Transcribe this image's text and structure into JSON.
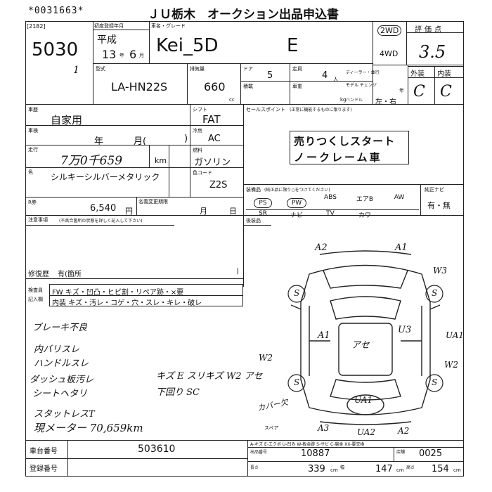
{
  "header": {
    "serial": "*0031663*",
    "title": "ＪＵ栃木　オークション出品申込書"
  },
  "lot": {
    "code": "2182",
    "number": "5030",
    "mark": "1"
  },
  "registration": {
    "label": "初度登録年月",
    "era": "平成",
    "year": "13",
    "month": "6",
    "year_unit": "年",
    "month_unit": "月"
  },
  "car": {
    "name_label": "車名・グレード",
    "name": "Kei_5D",
    "grade": "E",
    "model_label": "型式",
    "model": "LA-HN22S",
    "displacement_label": "排気量",
    "displacement": "660",
    "displacement_unit": "cc",
    "doors_label": "ドア",
    "doors": "5",
    "capacity_label": "定員",
    "capacity": "4",
    "capacity_unit": "人",
    "drive_selected": "2WD",
    "drive_other": "4WD",
    "dealer_label": "ディーラー・並行",
    "model_change_label": "モデル チェンジ",
    "model_change_unit": "年",
    "load_label": "積載",
    "weight_label": "車重",
    "weight_unit": "kg",
    "handle_label": "ハンドル",
    "handle_value": "左・右"
  },
  "evaluation": {
    "label": "評価点",
    "score": "3.5",
    "exterior_label": "外装",
    "interior_label": "内装",
    "exterior": "C",
    "interior": "C"
  },
  "details": {
    "use_label": "車歴",
    "use": "自家用",
    "shift_label": "シフト",
    "shift": "FAT",
    "inspection_label": "車検",
    "inspection_year": "年",
    "inspection_month": "月(",
    "inspection_end": ")",
    "ac_label": "冷房",
    "ac": "AC",
    "mileage_label": "走行",
    "mileage": "7万0千659",
    "mileage_unit": "km",
    "fuel_label": "燃料",
    "fuel": "ガソリン",
    "color_label": "色",
    "color": "シルキーシルバーメタリック",
    "color_code_label": "色コード",
    "color_code": "Z2S",
    "recycle_label": "R券",
    "recycle": "6,540",
    "recycle_unit": "円",
    "transfer_label": "名義変更期限",
    "transfer_month": "月",
    "transfer_day": "日",
    "notice_label": "注意事項",
    "notice_sub": "(不具合箇所の状態を詳しく記入して下さい)",
    "repair_label": "修復歴",
    "repair_value": "有(箇所"
  },
  "sales_point": {
    "label": "セールスポイント",
    "sub": "(正常に機能するものに限ります)",
    "line1": "売りつくしスタート",
    "line2": "ノークレーム車"
  },
  "equipment": {
    "label": "装備品",
    "sub": "(純正品に限り○をつけてください)",
    "row1": [
      "PS",
      "PW",
      "ABS",
      "エアB",
      "AW"
    ],
    "row2": [
      "SR",
      "ナビ",
      "TV",
      "カワ",
      ""
    ],
    "circled": [
      "PS",
      "PW"
    ],
    "sunroof_label": "純正ナビ",
    "sunroof_value": "有・無"
  },
  "after_label": "後装品",
  "legend": {
    "label1": "検査員",
    "label2": "記入欄",
    "row1": "FW キズ・凹凸・ヒビ割・リペア跡・×要",
    "row2": "内装 キズ・汚レ・コゲ・穴・スレ・キレ・破レ"
  },
  "notes": {
    "lines": [
      "ブレーキ不良",
      "内バリスレ",
      "ハンドルスレ",
      "ダッシュ板汚レ",
      "シートヘタリ",
      "スタットレスT"
    ],
    "meter": "現メーター 70,659km",
    "center1": "キズ E スリキズ W2 アセ",
    "center2": "下回り SC",
    "cover": "カバー欠",
    "spare": "スペア"
  },
  "diagram_marks": {
    "a2_top": "A2",
    "a1_top": "A1",
    "w3": "W3",
    "s_tl": "S",
    "s_tr": "S",
    "s_bl": "S",
    "s_br": "S",
    "a1_left": "A1",
    "ae_center": "アセ",
    "u3_right": "U3",
    "ua1_right": "UA1",
    "w2_left": "W2",
    "w2_right": "W2",
    "ua1_bottom": "UA1",
    "a3_bottom": "A3",
    "ua2_bottom": "UA2",
    "a2_bottom": "A2"
  },
  "diagram_legend": "A-キズ E-エクボ U-凹み W-板金跡 S-サビ C-腐食 XX-要交換",
  "footer": {
    "chassis_label": "車台番号",
    "chassis": "503610",
    "reg_label": "登録番号",
    "entry_label": "出品番号",
    "entry": "10887",
    "code_label": "店舗",
    "code": "0025",
    "length_label": "長さ",
    "length": "339",
    "width_label": "幅",
    "width": "147",
    "height_label": "高さ",
    "height": "154",
    "dim_unit": "cm"
  }
}
